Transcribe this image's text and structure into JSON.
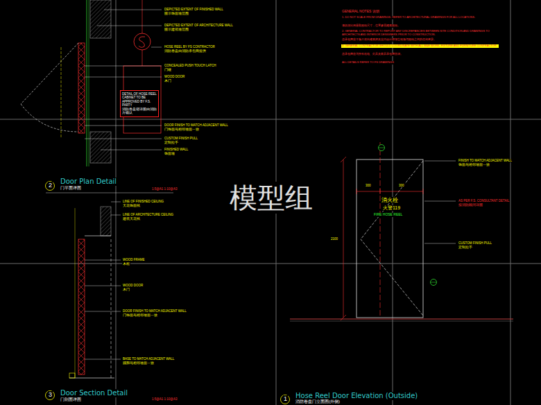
{
  "diagram": {
    "nodes": [
      {
        "text": [
          "DETAIL OF HOSE REEL CABINET TO BE APPROVED BY F.S. PARTY",
          "消防卷盘箱详图由消防方确认"
        ]
      }
    ],
    "labels": [
      "DEPICTED EXTENT OF FINISHED WALL",
      "图示饰面墙范围",
      "DEPICTED EXTENT OF ARCHITECTURE WALL",
      "图示建筑墙范围",
      "HOSE REEL BY FS CONTRACTOR",
      "消防卷盘由消防承包商提供",
      "CONCEALED PUSH TOUCH LATCH",
      "门碰",
      "WOOD DOOR",
      "木门",
      "DOOR FINISH TO MATCH ADJACENT WALL",
      "门饰面与相邻墙面一致",
      "CUSTOM FINISH PULL",
      "定制拉手",
      "FINISHED WALL",
      "饰面墙",
      "2",
      "Door Plan Detail",
      "门平面详图",
      "1:5@A1 1:10@A3",
      "LINE OF FINISHED CEILING",
      "天花饰面线",
      "LINE OF ARCHITECTURE CEILING",
      "建筑天花线",
      "WOOD FRAME",
      "木框",
      "WOOD DOOR",
      "木门",
      "DOOR FINISH TO MATCH ADJACENT WALL",
      "门饰面与相邻墙面一致",
      "BASE TO MATCH ADJACENT WALL",
      "踢脚与相邻墙面一致",
      "3",
      "Door Section Detail",
      "门剖面详图",
      "1:5@A1 1:10@A3",
      "GENERAL NOTES 说明",
      "1. DO NOT SCALE FROM DRAWINGS. REFER TO ARCHITECTURAL DRAWINGS FOR ALL LOCATIONS.",
      "请勿按比例量取图纸尺寸，位置参照建筑图纸。",
      "2. GENERAL CONTRACTOR TO REPORT ANY DISCREPANCIES BETWEEN SITE CONDITION AND DRAWINGS TO ARCHITECTS AND INTERIOR DESIGNERS PRIOR TO CONSTRUCTION.",
      "总承包商应于施工前向建筑师及室内设计师报告现场与图纸之间的任何差异。",
      "3. GENERAL CONTRACTOR SHOULD COORDINATE WITH ALL M&E WORK, FIXTURE AND FURNITURE CONTRACTOR.",
      "总承包商应与所有机电、灯具及家具承包商协调。",
      "ALL DETAILS REFER TO FS DRAWINGS",
      "300",
      "300",
      "消火栓",
      "火警119",
      "FIRE HOSE REEL",
      "2100",
      "FINISH TO MATCH ADJACENT WALL",
      "饰面与相邻墙面一致",
      "AS PER F.S. CONSULTANT DETAIL",
      "按消防顾问详图",
      "CUSTOM FINISH PULL",
      "定制拉手",
      "1",
      "Hose Reel Door Elevation (Outside)",
      "消防卷盘门立面图(外侧)",
      "模型组"
    ]
  }
}
